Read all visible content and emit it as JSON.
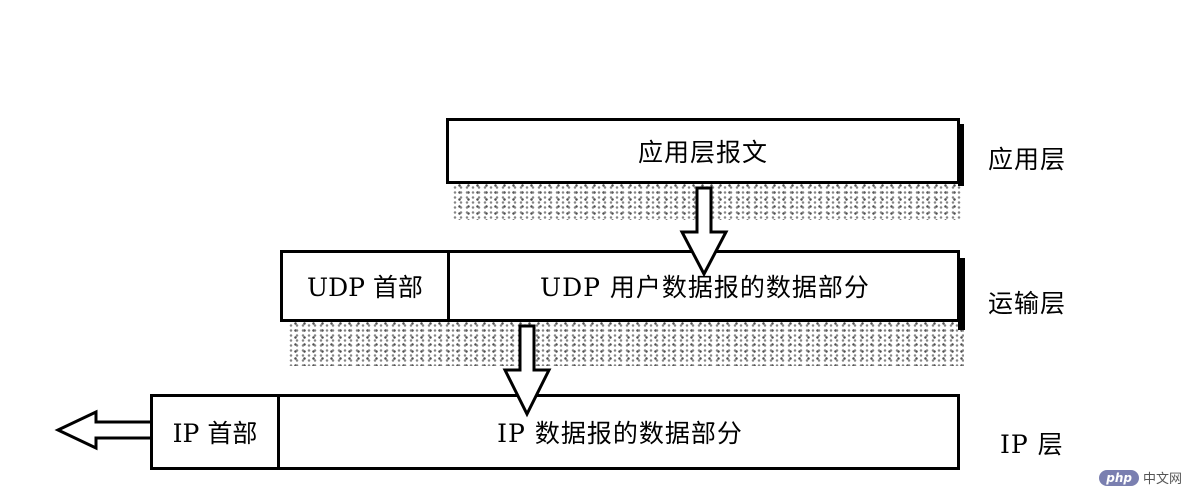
{
  "application_layer": {
    "message_label": "应用层报文",
    "layer_name": "应用层"
  },
  "transport_layer": {
    "header_label": "UDP 首部",
    "data_label": "UDP 用户数据报的数据部分",
    "layer_name": "运输层"
  },
  "ip_layer": {
    "header_label": "IP 首部",
    "data_label": "IP 数据报的数据部分",
    "layer_name": "IP 层"
  },
  "watermark": {
    "logo_text": "php",
    "site_text": "中文网"
  }
}
